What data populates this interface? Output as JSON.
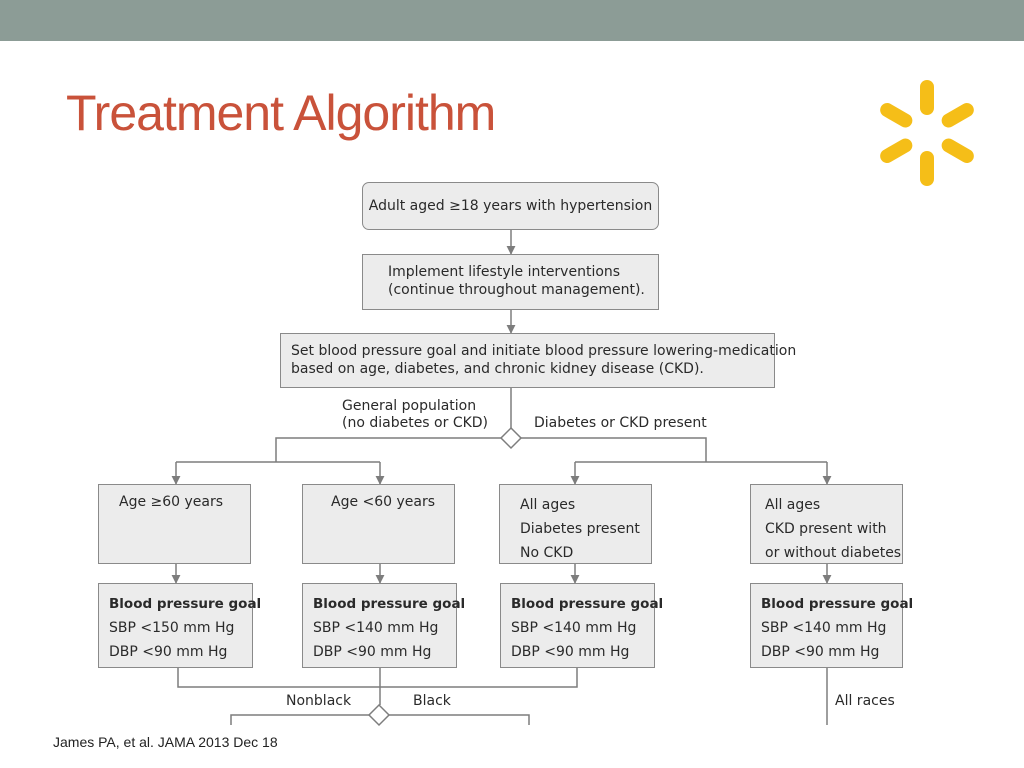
{
  "slide": {
    "title": "Treatment Algorithm",
    "citation": "James PA, et al.  JAMA 2013 Dec 18",
    "logo_icon": "spark-icon",
    "logo_color": "#f5be18",
    "title_color": "#c9523a",
    "topbar_color": "#8c9c96"
  },
  "flowchart": {
    "start": "Adult aged ≥18 years with hypertension",
    "lifestyle": [
      "Implement lifestyle interventions",
      "(continue throughout management)."
    ],
    "goal_setting": [
      "Set blood pressure goal and initiate blood pressure lowering-medication",
      "based on age, diabetes, and chronic kidney disease (CKD)."
    ],
    "branch_general": [
      "General population",
      "(no diabetes or CKD)"
    ],
    "branch_diabetes_ckd": "Diabetes or CKD present",
    "groups": [
      {
        "lines": [
          "Age ≥60 years"
        ]
      },
      {
        "lines": [
          "Age <60 years"
        ]
      },
      {
        "lines": [
          "All ages",
          "Diabetes present",
          "No CKD"
        ]
      },
      {
        "lines": [
          "All ages",
          "CKD present with",
          "or without diabetes"
        ]
      }
    ],
    "goals": [
      {
        "heading": "Blood pressure goal",
        "sbp": "SBP <150 mm Hg",
        "dbp": "DBP <90 mm Hg"
      },
      {
        "heading": "Blood pressure goal",
        "sbp": "SBP <140 mm Hg",
        "dbp": "DBP <90 mm Hg"
      },
      {
        "heading": "Blood pressure goal",
        "sbp": "SBP <140 mm Hg",
        "dbp": "DBP <90 mm Hg"
      },
      {
        "heading": "Blood pressure goal",
        "sbp": "SBP <140 mm Hg",
        "dbp": "DBP <90 mm Hg"
      }
    ],
    "race_nonblack": "Nonblack",
    "race_black": "Black",
    "race_all": "All races"
  }
}
